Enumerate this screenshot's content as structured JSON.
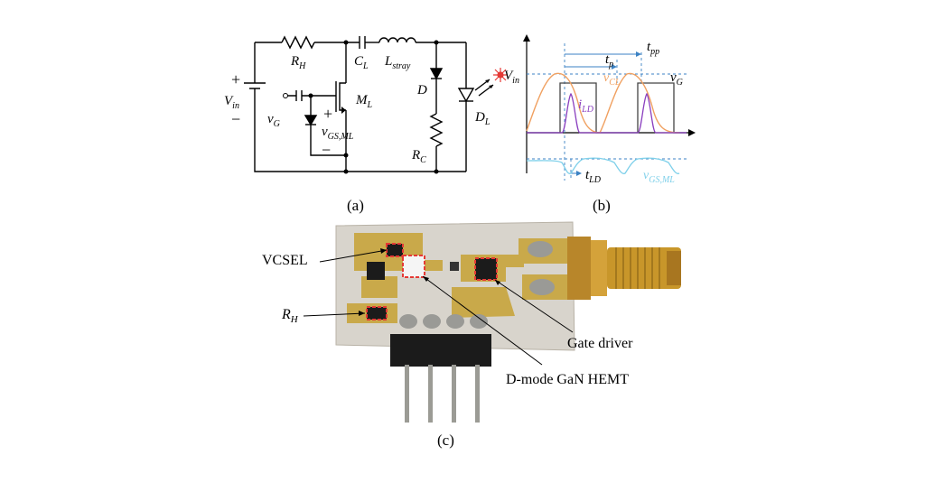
{
  "circuit": {
    "rh": "R",
    "rh_sub": "H",
    "cl": "C",
    "cl_sub": "L",
    "lstray": "L",
    "lstray_sub": "stray",
    "vin_plus": "+",
    "vin": "V",
    "vin_sub": "in",
    "vin_minus": "−",
    "vg": "v",
    "vg_sub": "G",
    "ml": "M",
    "ml_sub": "L",
    "vgs_plus": "+",
    "vgs": "v",
    "vgs_sub": "GS,ML",
    "vgs_minus": "−",
    "d": "D",
    "dl": "D",
    "dl_sub": "L",
    "rc": "R",
    "rc_sub": "C"
  },
  "waveforms": {
    "vin": "V",
    "vin_sub": "in",
    "tp": "t",
    "tp_sub": "p",
    "tpp": "t",
    "tpp_sub": "pp",
    "vcl": "v",
    "vcl_sub": "CL",
    "vg": "v",
    "vg_sub": "G",
    "ild": "i",
    "ild_sub": "LD",
    "tld": "t",
    "tld_sub": "LD",
    "vgsml": "v",
    "vgsml_sub": "GS,ML",
    "colors": {
      "vcl": "#f0a060",
      "ild": "#8a3fbf",
      "vgs": "#7fd0ea",
      "vg": "#444444",
      "marker": "#3b82c4"
    }
  },
  "captions": {
    "a": "(a)",
    "b": "(b)",
    "c": "(c)"
  },
  "photo": {
    "labels": {
      "vcsel": "VCSEL",
      "rh": "R",
      "rh_sub": "H",
      "gate_driver": "Gate driver",
      "hemt": "D-mode GaN HEMT"
    },
    "colors": {
      "board": "#d8d4cc",
      "copper": "#c9a94a",
      "connector": "#c8962a",
      "highlight": "#e53935"
    }
  }
}
